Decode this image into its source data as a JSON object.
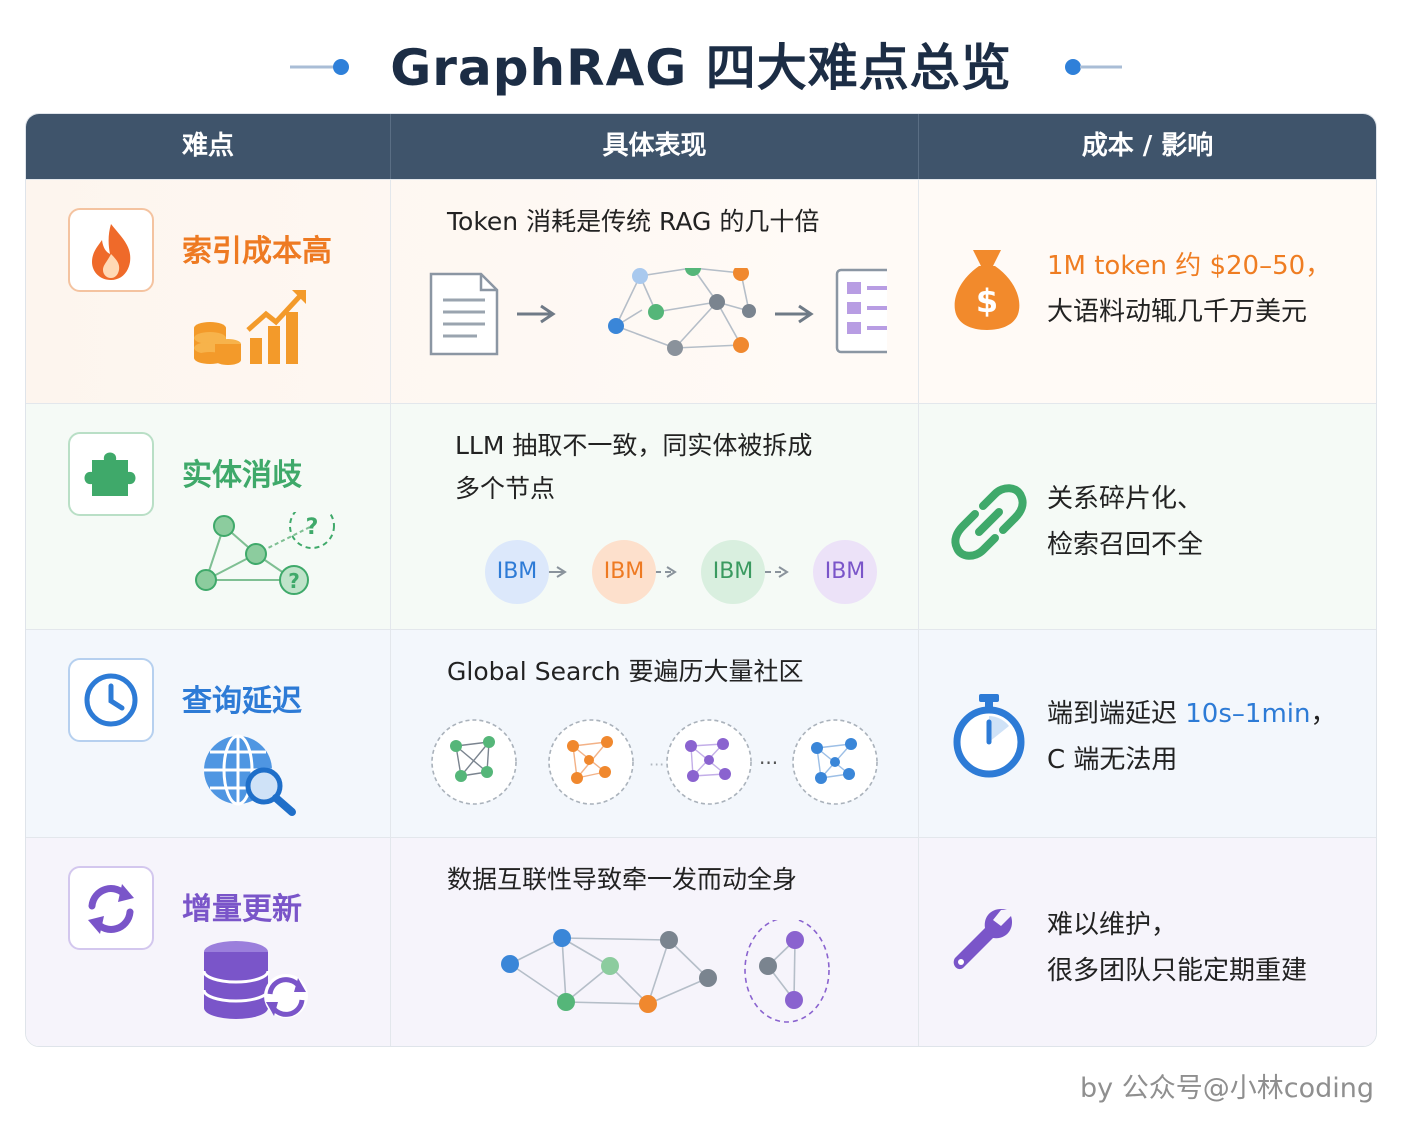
{
  "title": "GraphRAG 四大难点总览",
  "columns": [
    "难点",
    "具体表现",
    "成本 / 影响"
  ],
  "rows": [
    {
      "difficulty": "索引成本高",
      "icon": "fire-icon",
      "color": "#ee7a22",
      "manifestation": "Token 消耗是传统 RAG 的几十倍",
      "impact_highlight": "1M token 约 $20–50，",
      "impact_rest": "大语料动辄几千万美元",
      "impact_icon": "money-bag-icon"
    },
    {
      "difficulty": "实体消歧",
      "icon": "puzzle-icon",
      "color": "#3fa96a",
      "manifestation_line1": "LLM 抽取不一致，同实体被拆成",
      "manifestation_line2": "多个节点",
      "entity_nodes": [
        "IBM",
        "IBM",
        "IBM",
        "IBM"
      ],
      "question_mark": "?",
      "impact_line1": "关系碎片化、",
      "impact_line2": "检索召回不全",
      "impact_icon": "chain-link-icon"
    },
    {
      "difficulty": "查询延迟",
      "icon": "clock-icon",
      "color": "#2d7bd6",
      "manifestation": "Global Search 要遍历大量社区",
      "ellipsis": "···",
      "impact_prefix": "端到端延迟 ",
      "impact_highlight": "10s–1min",
      "impact_suffix": "，",
      "impact_line2": "C 端无法用",
      "impact_icon": "stopwatch-icon"
    },
    {
      "difficulty": "增量更新",
      "icon": "refresh-icon",
      "color": "#7a55c9",
      "manifestation": "数据互联性导致牵一发而动全身",
      "impact_line1": "难以维护，",
      "impact_line2": "很多团队只能定期重建",
      "impact_icon": "wrench-icon"
    }
  ],
  "credit": "by 公众号@小林coding"
}
